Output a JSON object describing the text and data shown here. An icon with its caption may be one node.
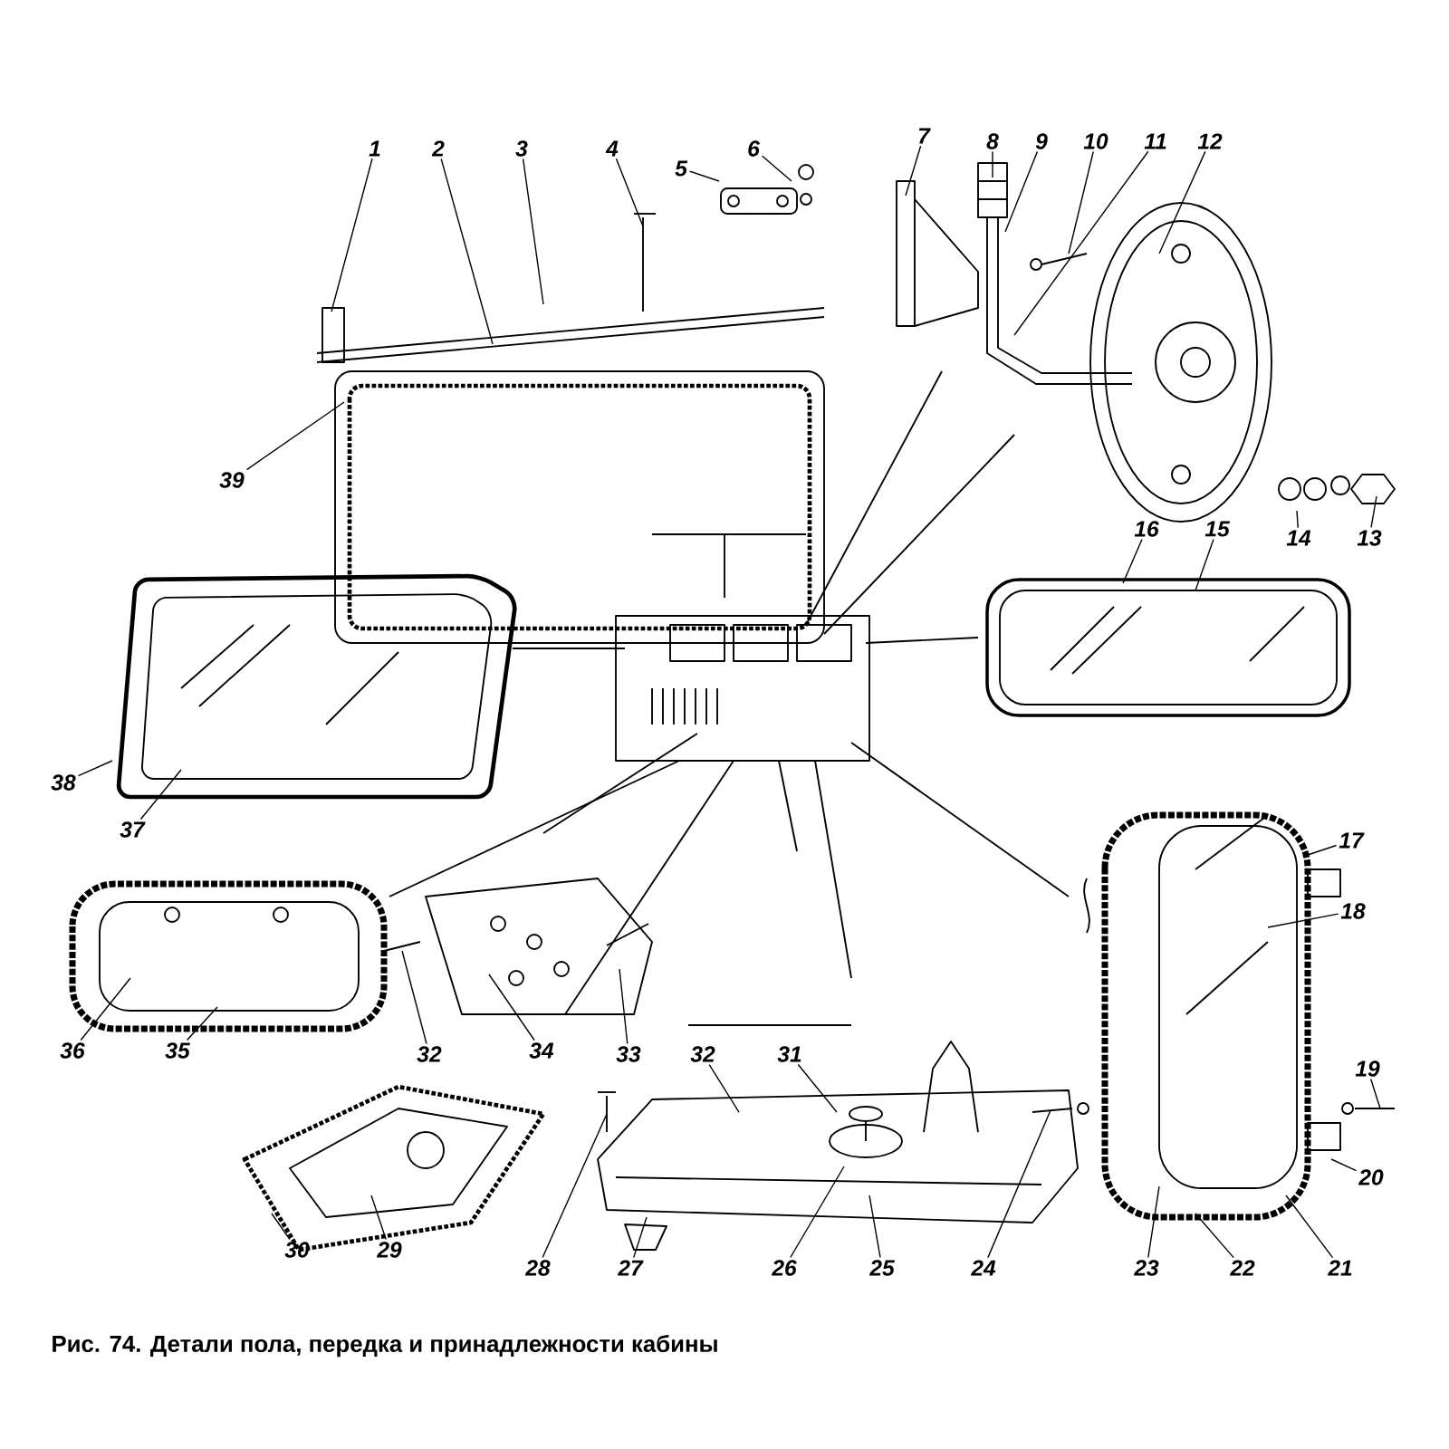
{
  "diagram": {
    "caption": "Рис. 74. Детали пола, передка и принадлежности кабины",
    "nodes": [
      {
        "text": [
          "1"
        ]
      },
      {
        "text": [
          "2"
        ]
      },
      {
        "text": [
          "3"
        ]
      },
      {
        "text": [
          "4"
        ]
      },
      {
        "text": [
          "5"
        ]
      },
      {
        "text": [
          "6"
        ]
      },
      {
        "text": [
          "7"
        ]
      },
      {
        "text": [
          "8"
        ]
      },
      {
        "text": [
          "9"
        ]
      },
      {
        "text": [
          "10"
        ]
      },
      {
        "text": [
          "11"
        ]
      },
      {
        "text": [
          "12"
        ]
      },
      {
        "text": [
          "39"
        ]
      },
      {
        "text": [
          "16"
        ]
      },
      {
        "text": [
          "15"
        ]
      },
      {
        "text": [
          "14"
        ]
      },
      {
        "text": [
          "13"
        ]
      },
      {
        "text": [
          "38"
        ]
      },
      {
        "text": [
          "37"
        ]
      },
      {
        "text": [
          "17"
        ]
      },
      {
        "text": [
          "18"
        ]
      },
      {
        "text": [
          "36"
        ]
      },
      {
        "text": [
          "35"
        ]
      },
      {
        "text": [
          "32"
        ]
      },
      {
        "text": [
          "34"
        ]
      },
      {
        "text": [
          "33"
        ]
      },
      {
        "text": [
          "19"
        ]
      },
      {
        "text": [
          "32"
        ]
      },
      {
        "text": [
          "31"
        ]
      },
      {
        "text": [
          "20"
        ]
      },
      {
        "text": [
          "30"
        ]
      },
      {
        "text": [
          "29"
        ]
      },
      {
        "text": [
          "28"
        ]
      },
      {
        "text": [
          "27"
        ]
      },
      {
        "text": [
          "26"
        ]
      },
      {
        "text": [
          "25"
        ]
      },
      {
        "text": [
          "24"
        ]
      },
      {
        "text": [
          "23"
        ]
      },
      {
        "text": [
          "22"
        ]
      },
      {
        "text": [
          "21"
        ]
      }
    ],
    "edges": [
      {
        "from": 0,
        "to": null,
        "arrow": "none"
      },
      {
        "from": 1,
        "to": null,
        "arrow": "none"
      },
      {
        "from": 2,
        "to": null,
        "arrow": "none"
      },
      {
        "from": 3,
        "to": null,
        "arrow": "none"
      },
      {
        "from": 4,
        "to": null,
        "arrow": "none"
      },
      {
        "from": 5,
        "to": null,
        "arrow": "none"
      },
      {
        "from": 6,
        "to": null,
        "arrow": "none"
      },
      {
        "from": 7,
        "to": null,
        "arrow": "none"
      },
      {
        "from": 8,
        "to": null,
        "arrow": "none"
      },
      {
        "from": 9,
        "to": null,
        "arrow": "none"
      },
      {
        "from": 10,
        "to": null,
        "arrow": "none"
      },
      {
        "from": 11,
        "to": null,
        "arrow": "none"
      },
      {
        "from": 12,
        "to": null,
        "arrow": "none"
      },
      {
        "from": 13,
        "to": null,
        "arrow": "none"
      },
      {
        "from": 14,
        "to": null,
        "arrow": "none"
      },
      {
        "from": 15,
        "to": null,
        "arrow": "none"
      },
      {
        "from": 16,
        "to": null,
        "arrow": "none"
      },
      {
        "from": 17,
        "to": null,
        "arrow": "none"
      },
      {
        "from": 18,
        "to": null,
        "arrow": "none"
      },
      {
        "from": 19,
        "to": null,
        "arrow": "none"
      },
      {
        "from": 20,
        "to": null,
        "arrow": "none"
      },
      {
        "from": 21,
        "to": null,
        "arrow": "none"
      },
      {
        "from": 22,
        "to": null,
        "arrow": "none"
      },
      {
        "from": 23,
        "to": null,
        "arrow": "none"
      },
      {
        "from": 24,
        "to": null,
        "arrow": "none"
      },
      {
        "from": 25,
        "to": null,
        "arrow": "none"
      },
      {
        "from": 26,
        "to": null,
        "arrow": "none"
      },
      {
        "from": 27,
        "to": null,
        "arrow": "none"
      },
      {
        "from": 28,
        "to": null,
        "arrow": "none"
      },
      {
        "from": 29,
        "to": null,
        "arrow": "none"
      },
      {
        "from": 30,
        "to": null,
        "arrow": "none"
      },
      {
        "from": 31,
        "to": null,
        "arrow": "none"
      },
      {
        "from": 32,
        "to": null,
        "arrow": "none"
      },
      {
        "from": 33,
        "to": null,
        "arrow": "none"
      },
      {
        "from": 34,
        "to": null,
        "arrow": "none"
      },
      {
        "from": 35,
        "to": null,
        "arrow": "none"
      },
      {
        "from": 36,
        "to": null,
        "arrow": "none"
      },
      {
        "from": 37,
        "to": null,
        "arrow": "none"
      },
      {
        "from": 38,
        "to": null,
        "arrow": "none"
      },
      {
        "from": 39,
        "to": null,
        "arrow": "none"
      }
    ]
  }
}
